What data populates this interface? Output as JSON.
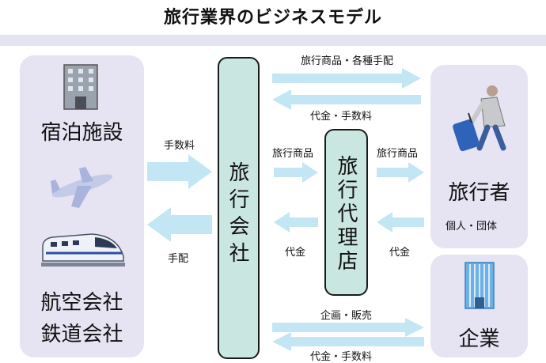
{
  "title": "旅行業界のビジネスモデル",
  "left": {
    "lodging": "宿泊施設",
    "airlines": "航空会社",
    "railways": "鉄道会社"
  },
  "travel_company": "旅行会社",
  "travel_agency": "旅行代理店",
  "travelers": {
    "label": "旅行者",
    "sub": "個人・団体"
  },
  "corporate": "企業",
  "flows": {
    "fee_to_company": "手数料",
    "arrange_to_left": "手配",
    "product_company_to_traveler": "旅行商品・各種手配",
    "payment_traveler_to_company": "代金・手数料",
    "product_company_to_agency": "旅行商品",
    "payment_agency_to_company": "代金",
    "product_agency_to_traveler": "旅行商品",
    "payment_traveler_to_agency": "代金",
    "plan_sales_company_to_corp": "企画・販売",
    "payment_corp_to_company": "代金・手数料"
  },
  "colors": {
    "arrow": "#c3e6f5",
    "panel": "#e6e4f2",
    "company_box": "#c9e6e1"
  },
  "icons": [
    "hotel-building-icon",
    "airplane-icon",
    "bullet-train-icon",
    "traveler-with-suitcase-icon",
    "office-building-icon"
  ]
}
